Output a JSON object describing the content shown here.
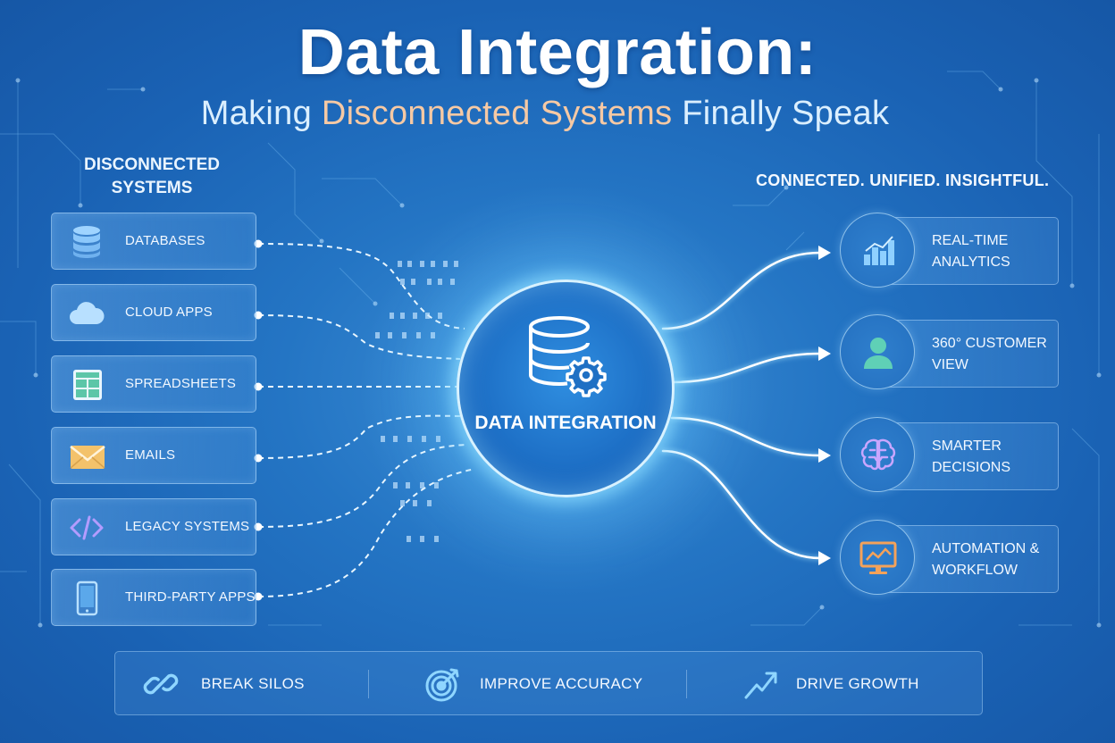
{
  "title": "Data Integration:",
  "subtitle": {
    "before": "Making ",
    "highlight": "Disconnected Systems",
    "after": " Finally Speak"
  },
  "left_heading": "DISCONNECTED SYSTEMS",
  "right_heading": "CONNECTED. UNIFIED. INSIGHTFUL.",
  "sources": [
    {
      "label": "DATABASES",
      "icon": "database-icon"
    },
    {
      "label": "CLOUD APPS",
      "icon": "cloud-icon"
    },
    {
      "label": "SPREADSHEETS",
      "icon": "spreadsheet-icon"
    },
    {
      "label": "EMAILS",
      "icon": "envelope-icon"
    },
    {
      "label": "LEGACY SYSTEMS",
      "icon": "code-icon"
    },
    {
      "label": "THIRD-PARTY APPS",
      "icon": "phone-icon"
    }
  ],
  "hub": {
    "label": "DATA INTEGRATION",
    "icon": "database-gear-icon"
  },
  "outcomes": [
    {
      "label": "REAL-TIME ANALYTICS",
      "icon": "bar-chart-icon"
    },
    {
      "label": "360° CUSTOMER VIEW",
      "icon": "user-icon"
    },
    {
      "label": "SMARTER DECISIONS",
      "icon": "brain-icon"
    },
    {
      "label": "AUTOMATION & WORKFLOW",
      "icon": "monitor-icon"
    }
  ],
  "benefits": [
    {
      "label": "BREAK SILOS",
      "icon": "link-icon"
    },
    {
      "label": "IMPROVE ACCURACY",
      "icon": "target-icon"
    },
    {
      "label": "DRIVE GROWTH",
      "icon": "growth-arrow-icon"
    }
  ],
  "colors": {
    "background": "#1f6cbf",
    "highlight_text": "#f6c9a4",
    "glow": "#bdeeff",
    "database_icon": "#9fd4ff",
    "spreadsheet_icon": "#5cc6a8",
    "envelope_icon": "#f3c26b",
    "code_icon": "#b39cff",
    "user_icon": "#5fd0b6",
    "brain_icon": "#c9a6ff",
    "monitor_icon": "#f4a25a"
  }
}
